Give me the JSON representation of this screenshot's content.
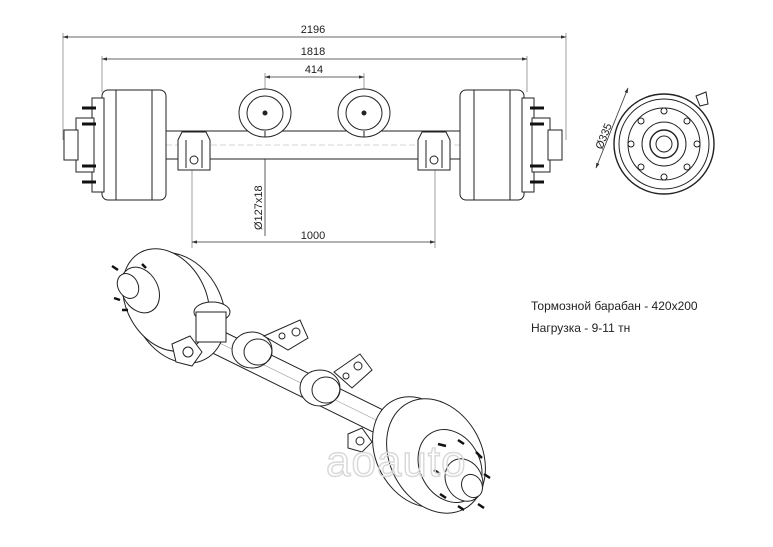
{
  "dimensions": {
    "overall_width": "2196",
    "brake_span": "1818",
    "chamber_spacing": "414",
    "drum_diameter": "Ø335",
    "axle_beam": "Ø127x18",
    "spring_spacing": "1000"
  },
  "specs": {
    "brake_drum": "Тормозной барабан - 420x200",
    "load": "Нагрузка - 9-11 тн"
  },
  "watermark": {
    "text": "aoauto"
  }
}
